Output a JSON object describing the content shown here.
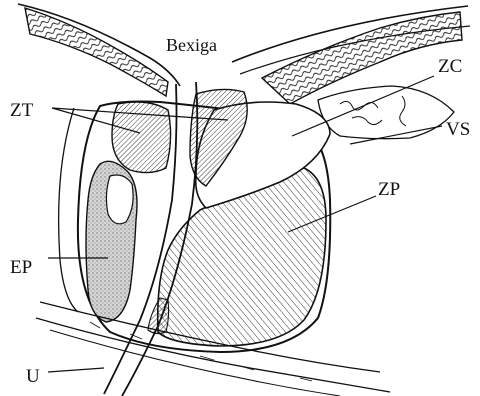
{
  "labels": {
    "bexiga": "Bexiga",
    "zt": "ZT",
    "zc": "ZC",
    "vs": "VS",
    "zp": "ZP",
    "ep": "EP",
    "u": "U"
  },
  "colors": {
    "line": "#111111",
    "background": "#ffffff",
    "stipple": "#9a9a9a"
  }
}
